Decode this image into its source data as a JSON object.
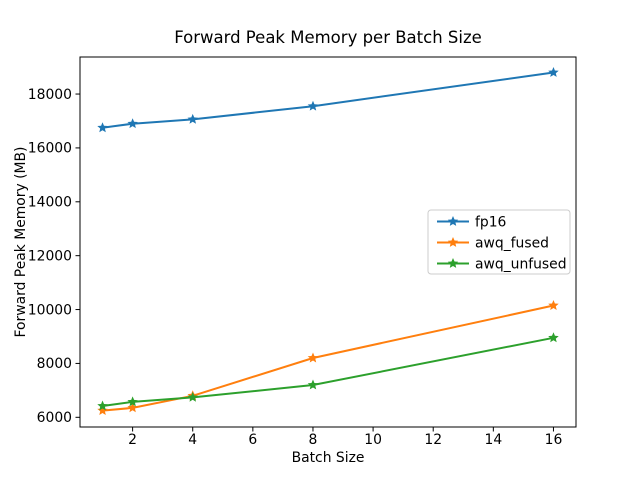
{
  "chart_data": {
    "type": "line",
    "title": "Forward Peak Memory per Batch Size",
    "xlabel": "Batch Size",
    "ylabel": "Forward Peak Memory (MB)",
    "x": [
      1,
      2,
      4,
      8,
      16
    ],
    "series": [
      {
        "name": "fp16",
        "color": "#1f77b4",
        "values": [
          16750,
          16900,
          17060,
          17550,
          18800
        ]
      },
      {
        "name": "awq_fused",
        "color": "#ff7f0e",
        "values": [
          6250,
          6350,
          6800,
          8200,
          10150
        ]
      },
      {
        "name": "awq_unfused",
        "color": "#2ca02c",
        "values": [
          6420,
          6570,
          6740,
          7200,
          8950
        ]
      }
    ],
    "marker": "star",
    "xticks": [
      2,
      4,
      6,
      8,
      10,
      12,
      14,
      16
    ],
    "yticks": [
      6000,
      8000,
      10000,
      12000,
      14000,
      16000,
      18000
    ],
    "xlim": [
      0.25,
      16.75
    ],
    "ylim": [
      5640,
      19375
    ],
    "grid": false,
    "legend_position": "center-right",
    "background_color": "#ffffff",
    "text_color": "#000000",
    "legend_border_color": "#cccccc"
  }
}
